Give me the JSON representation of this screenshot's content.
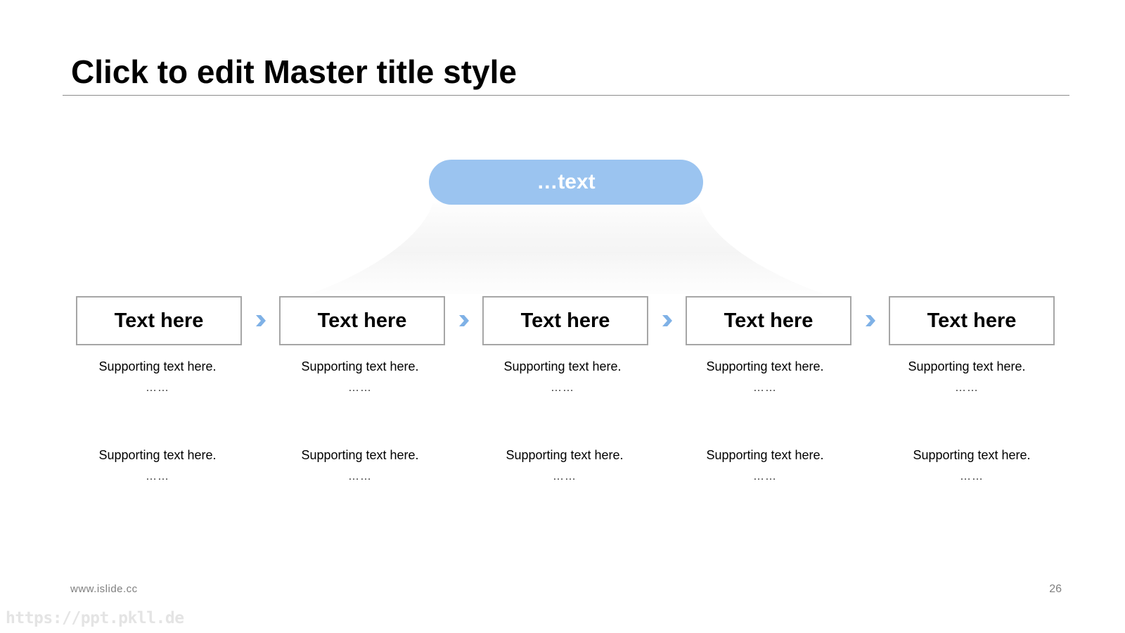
{
  "slide": {
    "title": "Click to edit Master title style",
    "footer_url": "www.islide.cc",
    "page_number": "26",
    "watermark": "https://ppt.pkll.de"
  },
  "colors": {
    "accent": "#9bc4f0",
    "arrow": "#7fb1e6",
    "box_border": "#a6a6a6",
    "rule": "#8c8c8c"
  },
  "diagram": {
    "top_label": "…text",
    "steps": [
      {
        "label": "Text here",
        "support_1": "Supporting text here.",
        "dots_1": "……",
        "support_2": "Supporting text here.",
        "dots_2": "……"
      },
      {
        "label": "Text here",
        "support_1": "Supporting text here.",
        "dots_1": "……",
        "support_2": "Supporting text here.",
        "dots_2": "……"
      },
      {
        "label": "Text here",
        "support_1": "Supporting text here.",
        "dots_1": "……",
        "support_2": "Supporting text here.",
        "dots_2": "……"
      },
      {
        "label": "Text here",
        "support_1": "Supporting text here.",
        "dots_1": "……",
        "support_2": "Supporting text here.",
        "dots_2": "……"
      },
      {
        "label": "Text here",
        "support_1": "Supporting text here.",
        "dots_1": "……",
        "support_2": "Supporting text here.",
        "dots_2": "……"
      }
    ],
    "arrow_icons": [
      "chevron-right-icon",
      "chevron-right-icon",
      "chevron-right-icon",
      "chevron-right-icon"
    ]
  }
}
